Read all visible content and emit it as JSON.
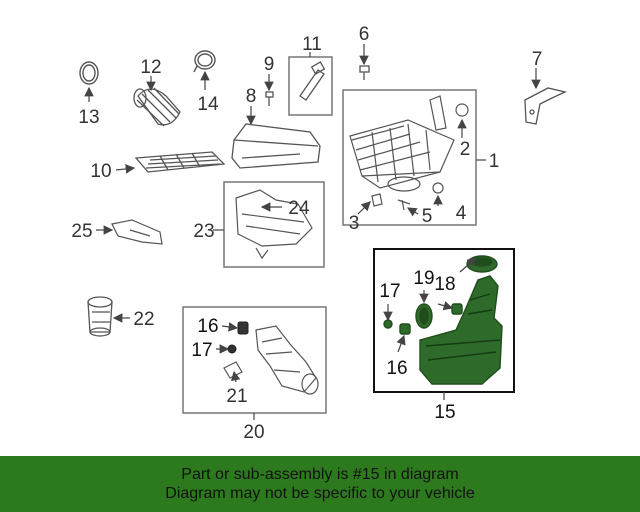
{
  "colors": {
    "highlight_fill": "#2e6b2a",
    "highlight_dark": "#1f4d1c",
    "footer_bg": "#2d7a1e",
    "line": "#555555",
    "box_stroke": "#777777"
  },
  "callouts": {
    "c1": "1",
    "c2": "2",
    "c3": "3",
    "c4": "4",
    "c5": "5",
    "c6": "6",
    "c7": "7",
    "c8": "8",
    "c9": "9",
    "c10": "10",
    "c11": "11",
    "c12": "12",
    "c13": "13",
    "c14": "14",
    "c15": "15",
    "c16a": "16",
    "c16b": "16",
    "c17a": "17",
    "c17b": "17",
    "c18": "18",
    "c19": "19",
    "c20": "20",
    "c21": "21",
    "c22": "22",
    "c23": "23",
    "c24": "24",
    "c25": "25"
  },
  "footer": {
    "line1": "Part or sub-assembly is #15 in diagram",
    "line2": "Diagram may not be specific to your vehicle"
  }
}
